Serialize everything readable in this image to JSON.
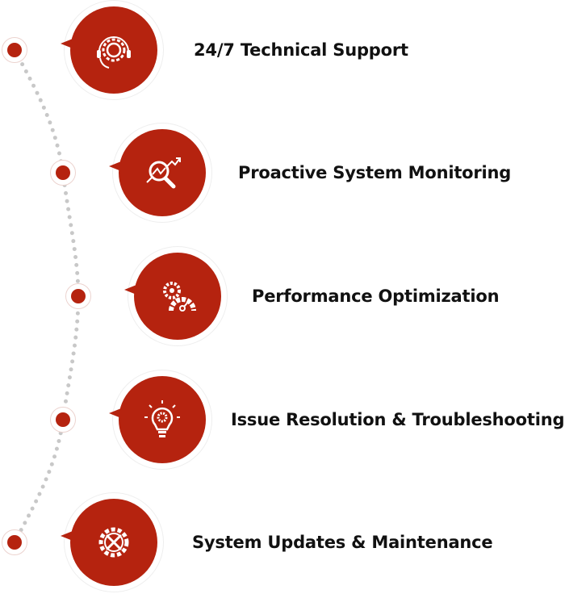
{
  "accent_color": "#b5230f",
  "items": [
    {
      "label": "24/7 Technical Support",
      "icon": "headset-gear-icon"
    },
    {
      "label": "Proactive System Monitoring",
      "icon": "magnifier-chart-icon"
    },
    {
      "label": "Performance Optimization",
      "icon": "gear-gauge-icon"
    },
    {
      "label": "Issue Resolution & Troubleshooting",
      "icon": "lightbulb-gear-icon"
    },
    {
      "label": "System Updates & Maintenance",
      "icon": "gear-tools-icon"
    }
  ]
}
